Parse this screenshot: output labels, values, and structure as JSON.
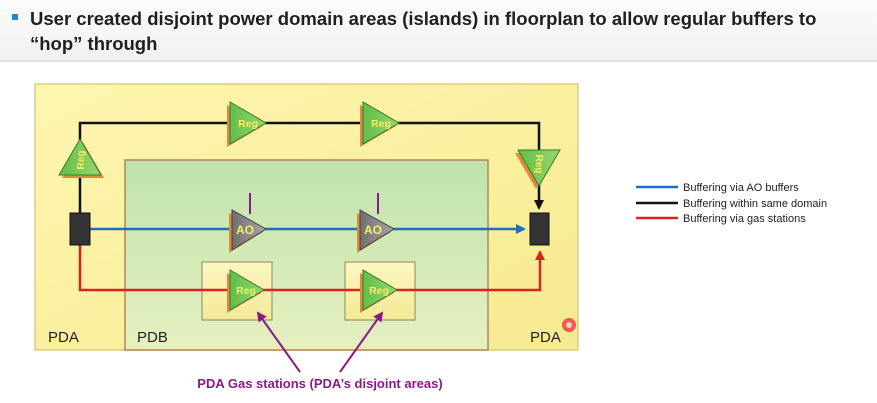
{
  "slide": {
    "title": "User created disjoint power domain areas (islands) in floorplan to allow regular buffers to “hop” through",
    "colors": {
      "pda_fill": "#fbf4a8",
      "pdb_fill": "#c8e6b0",
      "ao_path": "#1f6fc0",
      "same_domain_path": "#111111",
      "gas_path": "#e02020",
      "callout": "#8a1a8a"
    }
  },
  "diagram": {
    "pda_left_label": "PDA",
    "pda_right_label": "PDA",
    "pdb_label": "PDB",
    "reg_label": "Reg",
    "ao_label": "AO",
    "gas_station_caption": "PDA Gas stations (PDA’s disjoint areas)"
  },
  "legend": [
    {
      "label": "Buffering via AO buffers",
      "color": "#1f6fc0"
    },
    {
      "label": "Buffering within same domain",
      "color": "#111111"
    },
    {
      "label": "Buffering via gas stations",
      "color": "#e02020"
    }
  ]
}
